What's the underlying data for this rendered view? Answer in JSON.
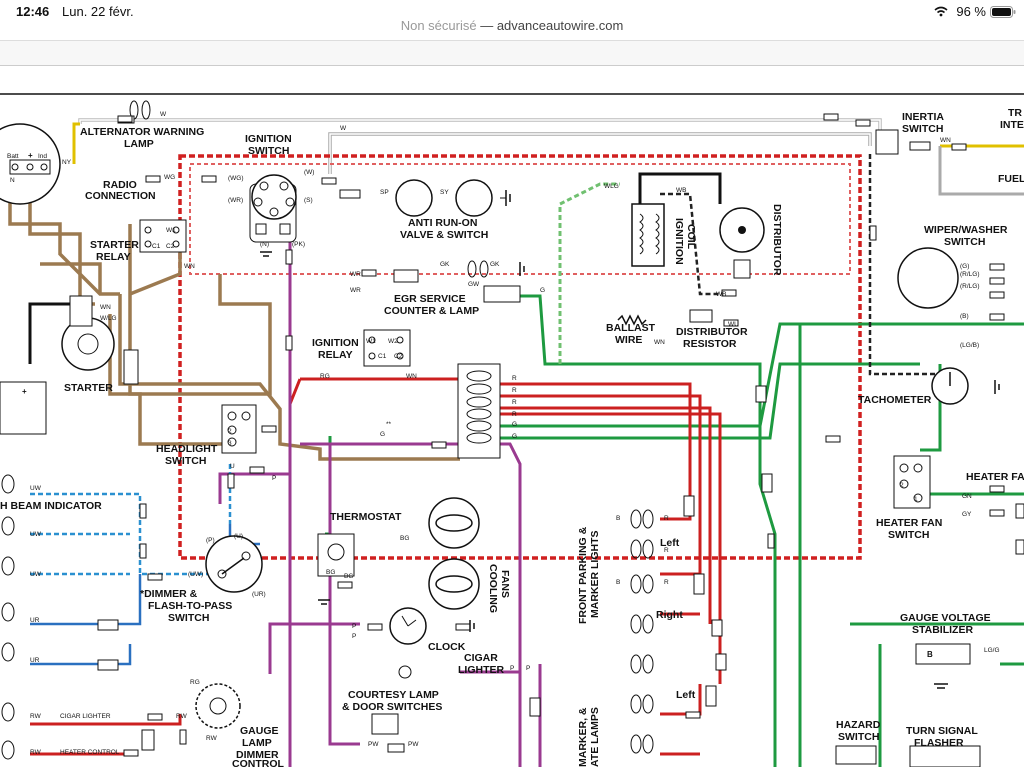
{
  "status_bar": {
    "time": "12:46",
    "date": "Lun. 22 févr.",
    "battery": "96 %"
  },
  "address_bar": {
    "security": "Non sécurisé",
    "separator": " — ",
    "domain": "advanceautowire.com"
  },
  "components": {
    "alternator_warning_lamp": [
      "ALTERNATOR WARNING",
      "LAMP"
    ],
    "ignition_switch": [
      "IGNITION",
      "SWITCH"
    ],
    "radio_connection": [
      "RADIO",
      "CONNECTION"
    ],
    "starter_relay": [
      "STARTER",
      "RELAY"
    ],
    "anti_run_on": [
      "ANTI RUN-ON",
      "VALVE & SWITCH"
    ],
    "egr_service": [
      "EGR SERVICE",
      "COUNTER & LAMP"
    ],
    "starter": "STARTER",
    "ignition_relay": [
      "IGNITION",
      "RELAY"
    ],
    "headlight_switch": [
      "HEADLIGHT",
      "SWITCH"
    ],
    "high_beam_indicator": "H BEAM INDICATOR",
    "thermostat": "THERMOSTAT",
    "cooling_fans": [
      "COOLING",
      "FANS"
    ],
    "dimmer_switch": [
      "*DIMMER &",
      "FLASH-TO-PASS",
      "SWITCH"
    ],
    "clock": "CLOCK",
    "cigar_lighter": [
      "CIGAR",
      "LIGHTER"
    ],
    "courtesy_lamp": [
      "COURTESY LAMP",
      "& DOOR SWITCHES"
    ],
    "gauge_lamp_dimmer": [
      "GAUGE",
      "LAMP",
      "DIMMER",
      "CONTROL"
    ],
    "ballast_wire": [
      "BALLAST",
      "WIRE"
    ],
    "distributor_resistor": [
      "DISTRIBUTOR",
      "RESISTOR"
    ],
    "ignition_coil": [
      "IGNITION",
      "COIL"
    ],
    "distributor": "DISTRIBUTOR",
    "inertia_switch": [
      "INERTIA",
      "SWITCH"
    ],
    "wiper_washer_switch": [
      "WIPER/WASHER",
      "SWITCH"
    ],
    "tachometer": "TACHOMETER",
    "heater_fan": "HEATER FA",
    "heater_fan_switch": [
      "HEATER FAN",
      "SWITCH"
    ],
    "front_parking": [
      "FRONT PARKING &",
      "MARKER LIGHTS"
    ],
    "rear_marker": [
      "MARKER, &",
      "ATE LAMPS"
    ],
    "left": "Left",
    "right": "Right",
    "gauge_voltage_stabilizer": [
      "GAUGE VOLTAGE",
      "STABILIZER"
    ],
    "hazard_switch": [
      "HAZARD",
      "SWITCH"
    ],
    "turn_signal_flasher": [
      "TURN SIGNAL",
      "FLASHER"
    ],
    "fuel": "FUEL",
    "top_right_cut": [
      "TR",
      "INTE"
    ]
  },
  "wire_codes": {
    "w": "W",
    "ny": "NY",
    "n": "N",
    "wg": "WG",
    "wg_paren": "(WG)",
    "wr_paren": "(WR)",
    "w_paren": "(W)",
    "s_paren": "(S)",
    "n_paren": "(N)",
    "pk_paren": "(PK)",
    "sp": "SP",
    "sy": "SY",
    "wr": "WR",
    "gk": "GK",
    "gw": "GW",
    "g": "G",
    "wn": "WN",
    "w_lg": "W/LG",
    "rg": "RG",
    "r": "R",
    "u": "U",
    "p": "P",
    "uw": "UW",
    "ur": "UR",
    "uw_paren": "(UW)",
    "ur_paren": "(UR)",
    "u_paren": "(U)",
    "p_paren": "(P)",
    "bg": "BG",
    "b": "B",
    "rw": "RW",
    "pw": "PW",
    "wlg": "WLG",
    "wb": "WB",
    "wu": "WU",
    "lg_g": "LG/G",
    "gn": "GN",
    "gy": "GY",
    "r_lg": "(R/LG)",
    "r_lg2": "(R/LG)",
    "g_paren": "(G)",
    "b_paren": "(B)",
    "lg_b": "(LG/B)",
    "cigar_lighter": "CIGAR LIGHTER",
    "heater_control": "HEATER CONTROL",
    "terminals": {
      "batt": "Batt",
      "plus": "+",
      "ind": "Ind",
      "w1": "W1",
      "w2": "W2",
      "c1": "C1",
      "c2": "C2",
      "wn": "WN",
      "one": "1",
      "two": "2",
      "three": "3",
      "star2": "**",
      "b": "B"
    }
  }
}
